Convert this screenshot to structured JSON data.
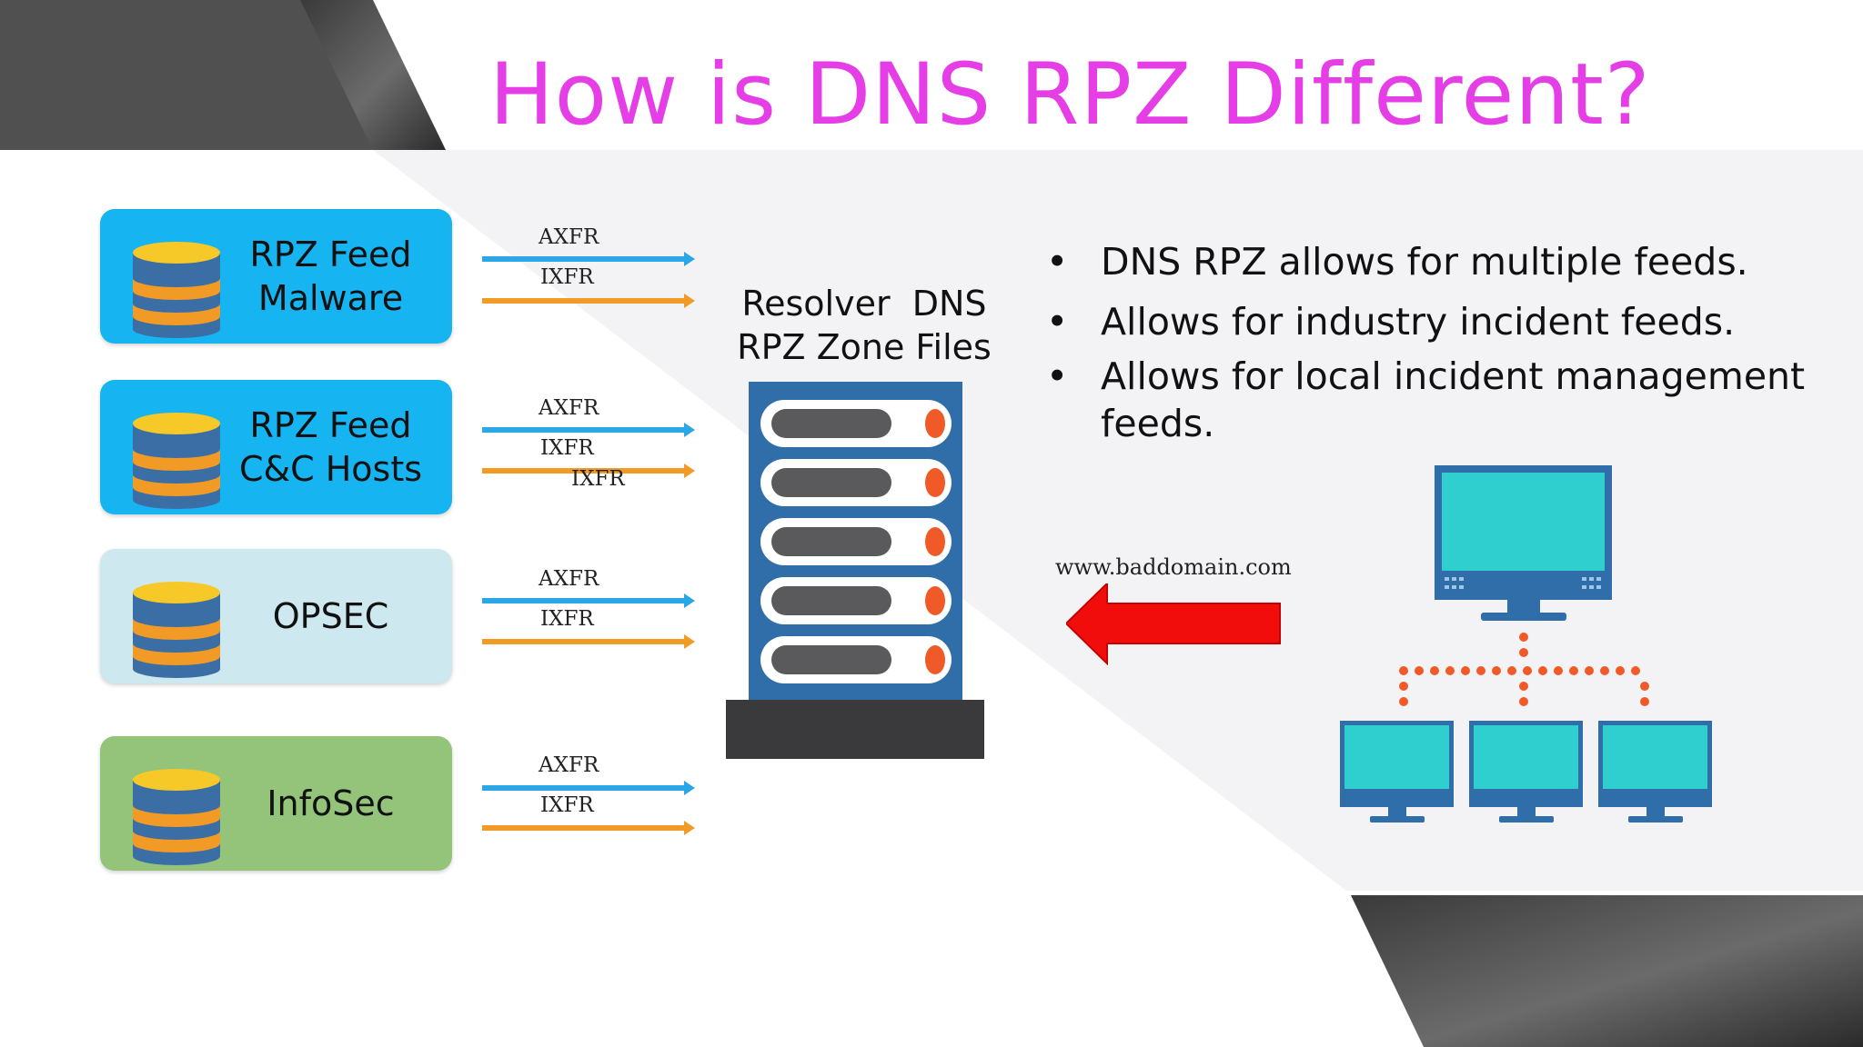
{
  "title": "How is DNS RPZ Different?",
  "feeds": [
    {
      "label": "RPZ Feed\nMalware",
      "color": "#17b4f2",
      "arrows": [
        "AXFR",
        "IXFR"
      ]
    },
    {
      "label": "RPZ Feed\nC&C Hosts",
      "color": "#17b4f2",
      "arrows": [
        "AXFR",
        "IXFR",
        "IXFR"
      ]
    },
    {
      "label": "OPSEC",
      "color": "#cde8ee",
      "arrows": [
        "AXFR",
        "IXFR"
      ]
    },
    {
      "label": "InfoSec",
      "color": "#93c47a",
      "arrows": [
        "AXFR",
        "IXFR"
      ]
    }
  ],
  "resolver": {
    "line1": "Resolver  DNS",
    "line2": "RPZ Zone Files"
  },
  "bullets": [
    "DNS RPZ allows for multiple feeds.",
    "Allows for industry  incident feeds.",
    "Allows for local incident  management feeds."
  ],
  "query_domain": "www.baddomain.com",
  "colors": {
    "title": "#e63ee6",
    "axfr_arrow": "#2aa7e6",
    "ixfr_arrow": "#f29a26",
    "server_body": "#2f6ea8",
    "server_led": "#f05a28",
    "query_arrow": "#f20d0d",
    "monitor_screen": "#2fcfcf",
    "network_dots": "#f05a28"
  }
}
